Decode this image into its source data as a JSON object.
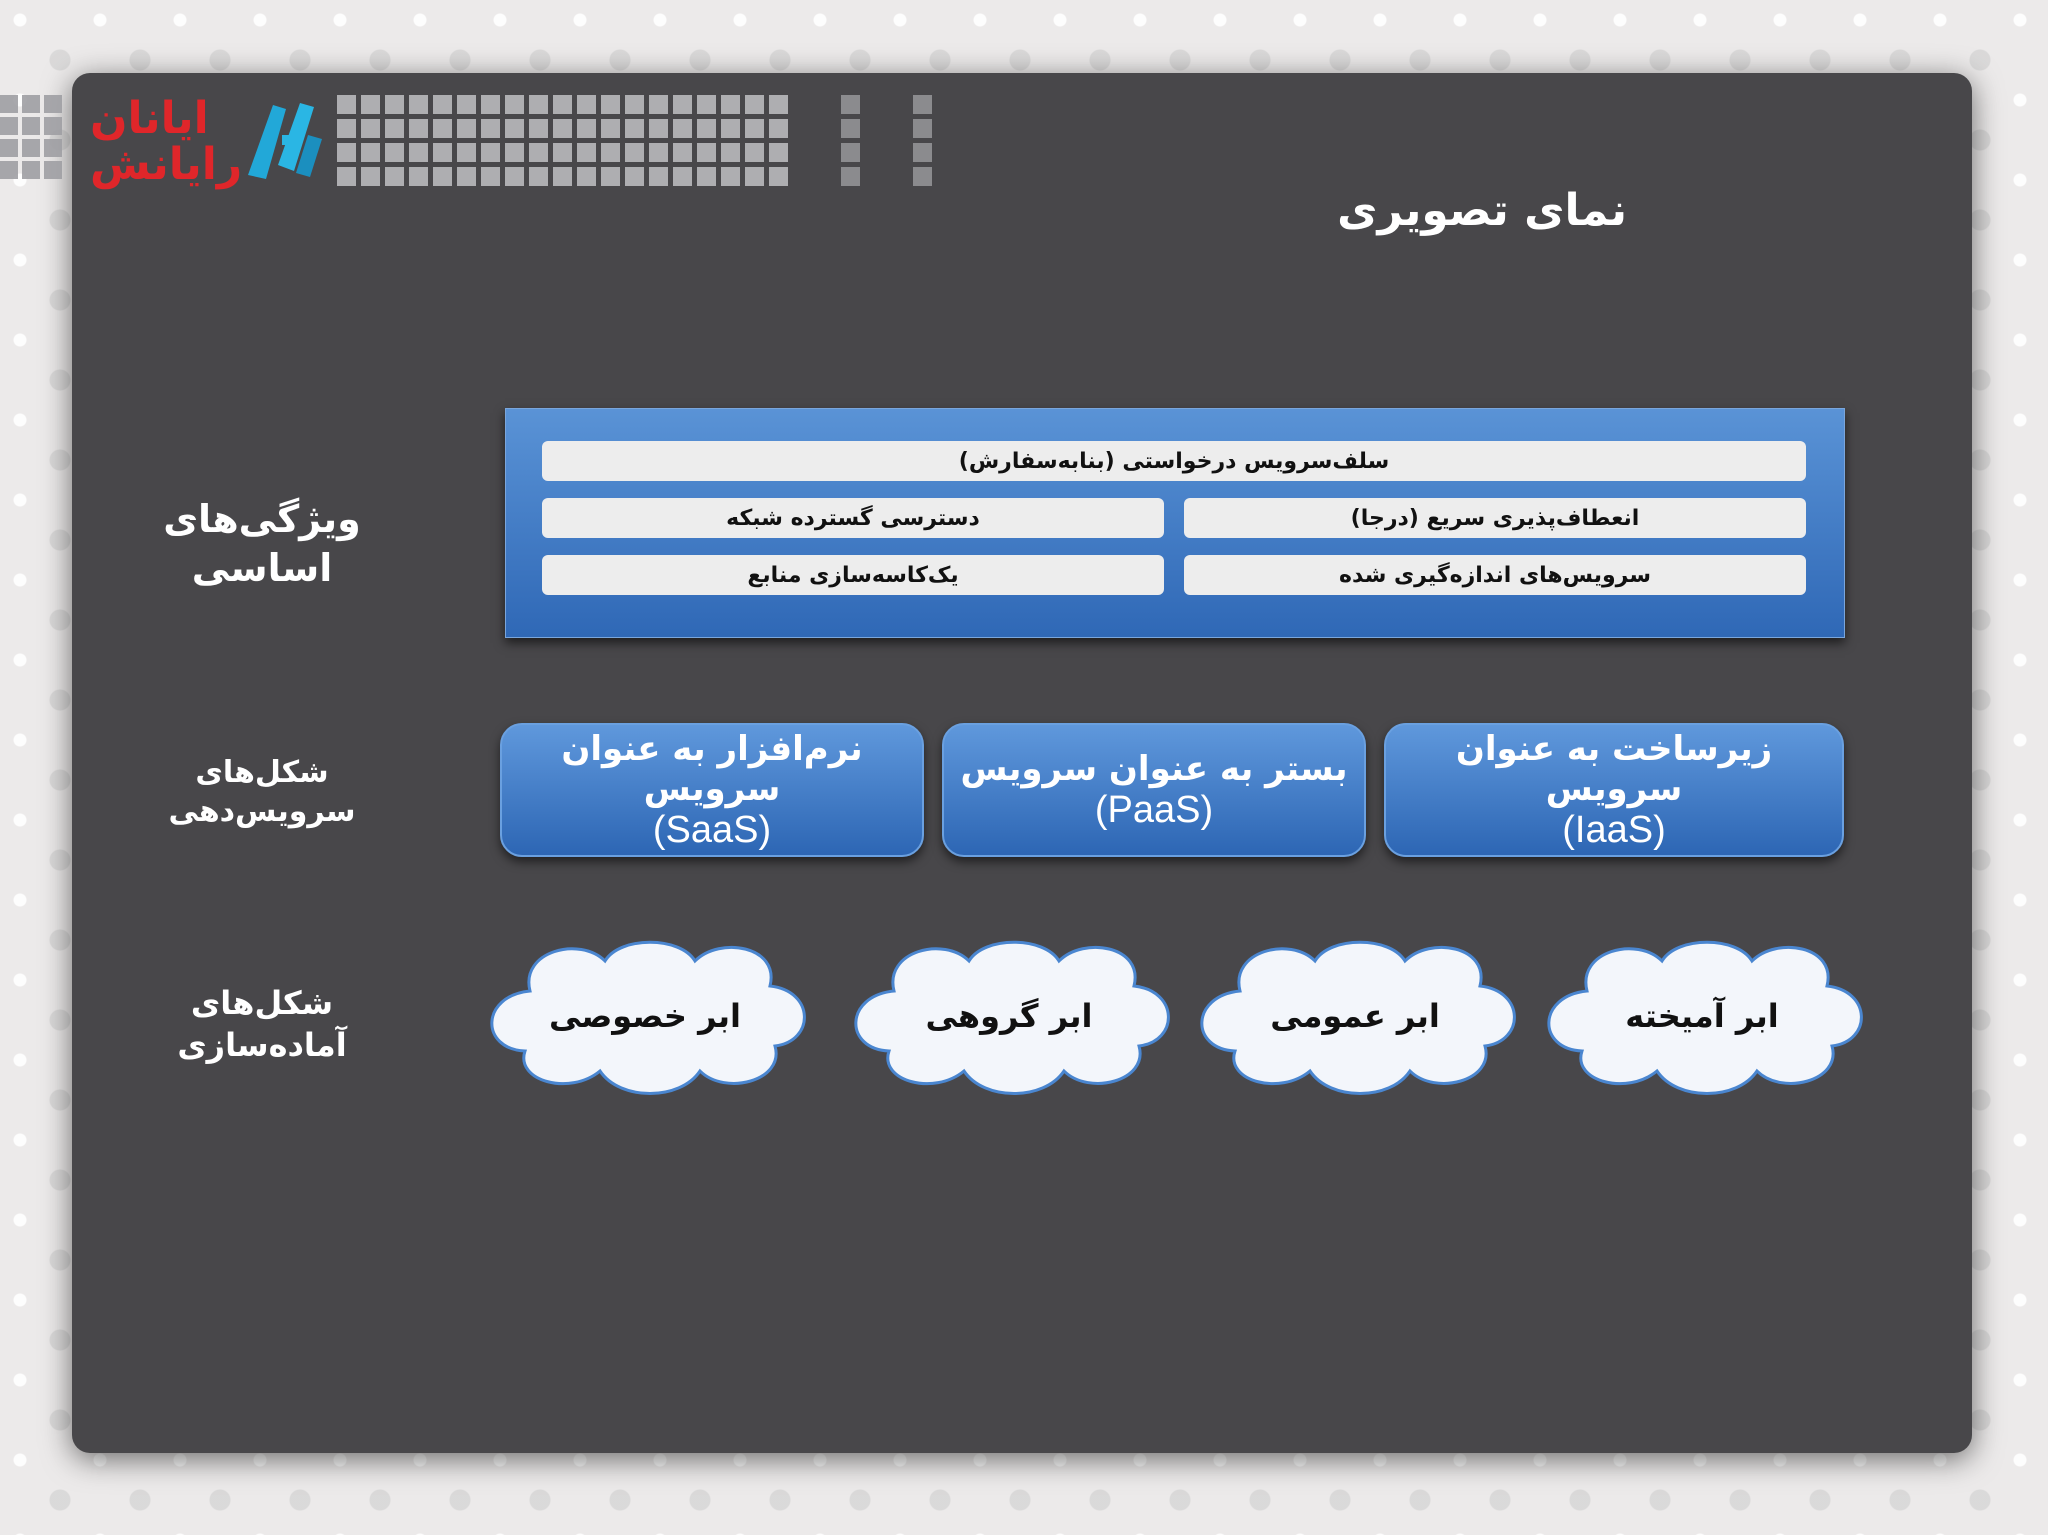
{
  "logo": {
    "line1": "ایانان",
    "line2": "رایانش"
  },
  "title": "نمای تصویری",
  "rows": {
    "characteristics": "ویژگی‌های اساسی",
    "service_models": "شکل‌های سرویس‌دهی",
    "deployment_models": "شکل‌های آماده‌سازی"
  },
  "characteristics": {
    "top": "سلف‌سرویس درخواستی (بنابه‌سفارش)",
    "elasticity": "انعطاف‌پذیری سریع (درجا)",
    "network_access": "دسترسی گسترده شبکه",
    "measured": "سرویس‌های اندازه‌گیری شده",
    "pooling": "یک‌کاسه‌سازی منابع"
  },
  "services": [
    {
      "name": "زیرساخت به عنوان سرویس",
      "abbr": "(IaaS)"
    },
    {
      "name": "بستر به عنوان سرویس",
      "abbr": "(PaaS)"
    },
    {
      "name": "نرم‌افزار به عنوان سرویس",
      "abbr": "(SaaS)"
    }
  ],
  "clouds": [
    "ابر آمیخته",
    "ابر عمومی",
    "ابر گروهی",
    "ابر خصوصی"
  ],
  "colors": {
    "slide": "#48474a",
    "box_blue": "#3d78c4",
    "logo_red": "#e0262a",
    "logo_cyan": "#22a8d8"
  }
}
